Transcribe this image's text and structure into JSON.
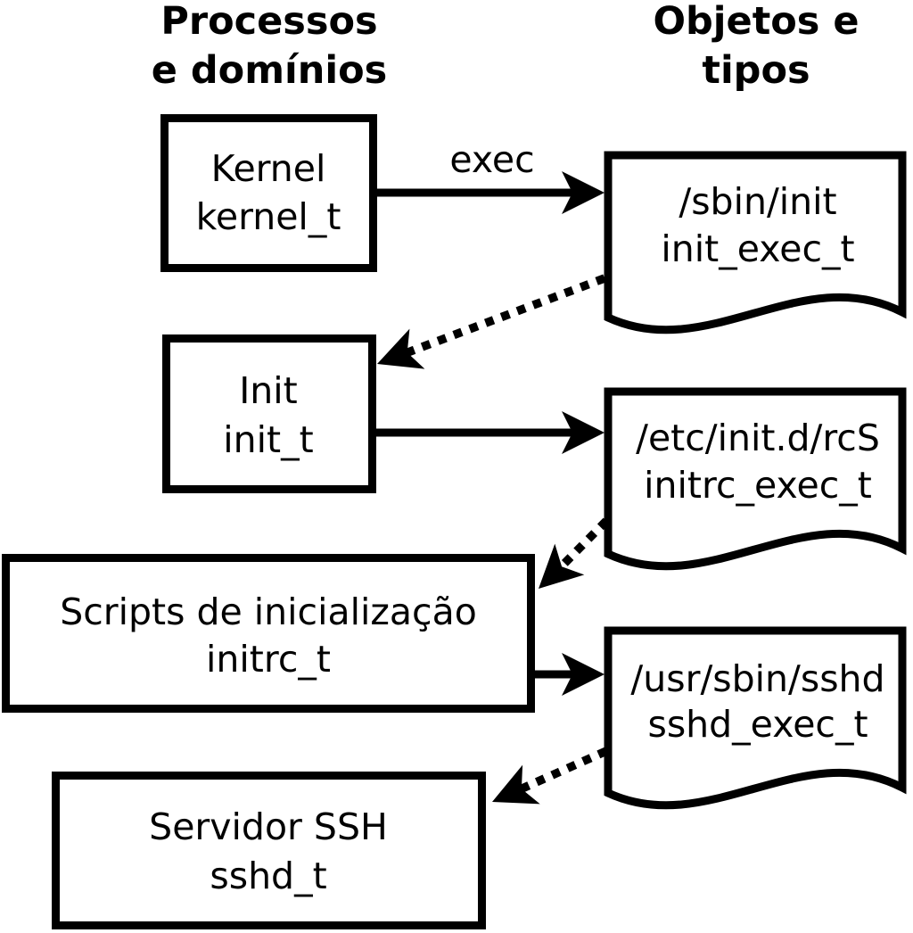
{
  "figure": {
    "column_headers": {
      "left": {
        "line1": "Processos",
        "line2": "e domínios"
      },
      "right": {
        "line1": "Objetos e",
        "line2": "tipos"
      }
    },
    "processes": [
      {
        "label": "Kernel",
        "domain": "kernel_t"
      },
      {
        "label": "Init",
        "domain": "init_t"
      },
      {
        "label": "Scripts de inicialização",
        "domain": "initrc_t"
      },
      {
        "label": "Servidor SSH",
        "domain": "sshd_t"
      }
    ],
    "objects": [
      {
        "label": "/sbin/init",
        "type": "init_exec_t"
      },
      {
        "label": "/etc/init.d/rcS",
        "type": "initrc_exec_t"
      },
      {
        "label": "/usr/sbin/sshd",
        "type": "sshd_exec_t"
      }
    ],
    "arrows": {
      "exec_label": "exec"
    },
    "colors": {
      "ink": "#000000",
      "background": "#ffffff"
    }
  }
}
